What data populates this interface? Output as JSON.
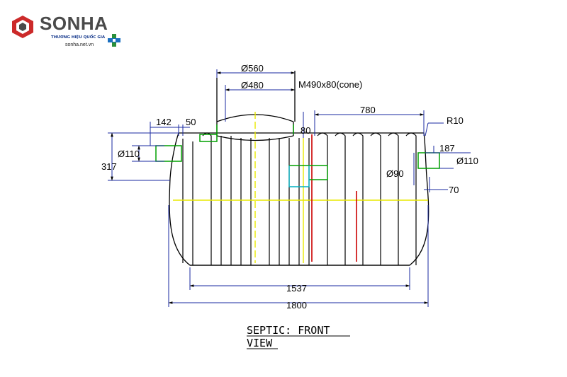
{
  "logo": {
    "brand": "SONHA",
    "tagline": "THƯƠNG HIỆU QUỐC GIA",
    "website": "sonha.net.vn"
  },
  "dimensions": {
    "d560": "Ø560",
    "manhole": "M490x80(cone)",
    "d480": "Ø480",
    "d780": "780",
    "r10": "R10",
    "d142": "142",
    "d50": "50",
    "d80": "80",
    "d110_left": "Ø110",
    "d317": "317",
    "d187": "187",
    "d110_right": "Ø110",
    "d90": "Ø90",
    "d70": "70",
    "d1537": "1537",
    "d1800": "1800"
  },
  "view": {
    "line1": "SEPTIC:  FRONT",
    "line2": "VIEW"
  },
  "colors": {
    "outline": "#000000",
    "pipe": "#00a000",
    "centerline": "#e8e800",
    "marker": "#cc0000",
    "fitting": "#00b0c0",
    "logo_blue": "#1a3d8f",
    "logo_gray": "#4a4a4a",
    "logo_red": "#cc2a2a"
  }
}
